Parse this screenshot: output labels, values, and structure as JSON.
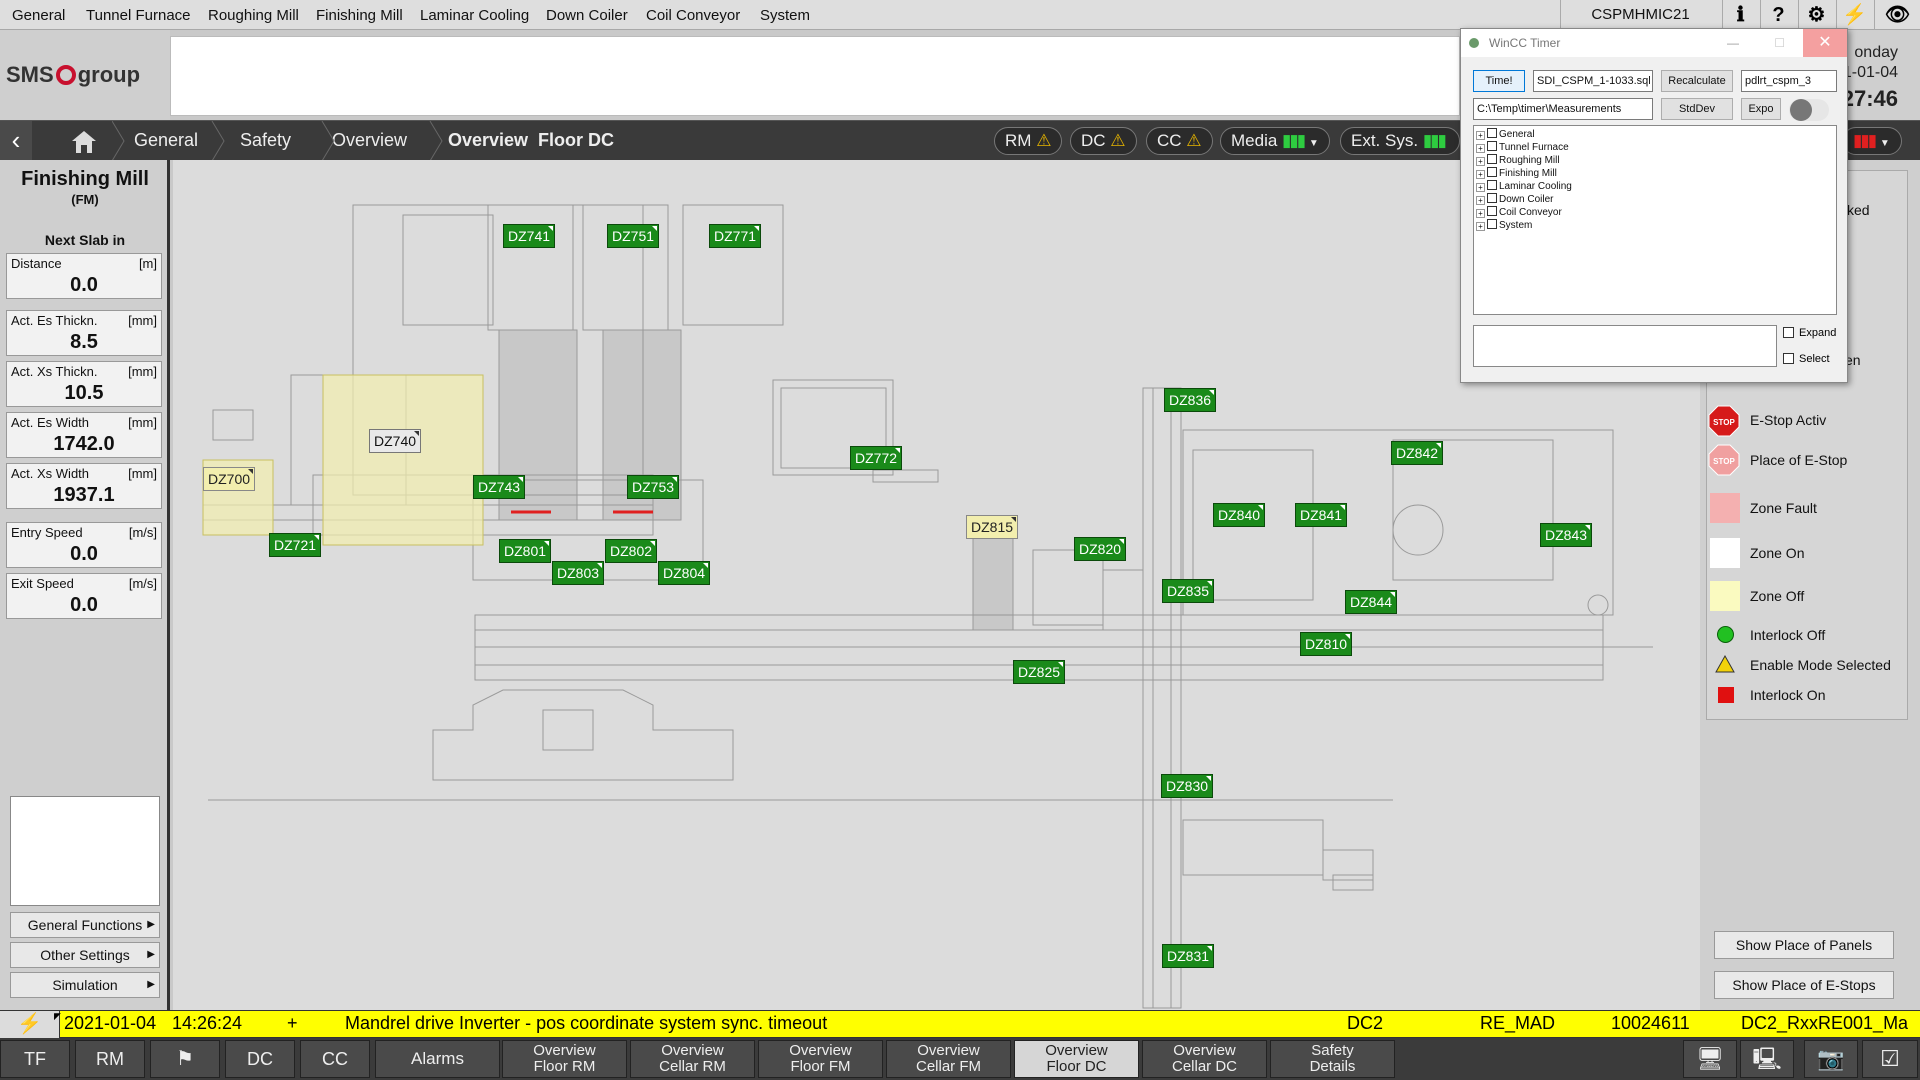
{
  "menu": [
    "General",
    "Tunnel Furnace",
    "Roughing Mill",
    "Finishing Mill",
    "Laminar Cooling",
    "Down Coiler",
    "Coil Conveyor",
    "System"
  ],
  "station": "CSPMHMIC21",
  "brand": {
    "name_left": "SMS",
    "name_right": "group"
  },
  "date": {
    "weekday_partial": "onday",
    "date_partial": "1-01-04",
    "time_partial": "27:46"
  },
  "nav": {
    "crumbs": [
      "General",
      "Safety",
      "Overview",
      "Overview  Floor DC"
    ]
  },
  "status_pills": [
    {
      "label": "RM",
      "icon": "warning-icon"
    },
    {
      "label": "DC",
      "icon": "warning-icon"
    },
    {
      "label": "CC",
      "icon": "warning-icon"
    },
    {
      "label": "Media",
      "icon": "level-bars-icon"
    },
    {
      "label": "Ext. Sys.",
      "icon": "level-bars-icon"
    }
  ],
  "left": {
    "title": "Finishing Mill",
    "subtitle": "(FM)",
    "next_slab": "Next Slab in",
    "values": [
      {
        "label": "Distance",
        "unit": "[m]",
        "value": "0.0"
      },
      {
        "label": "Act. Es Thickn.",
        "unit": "[mm]",
        "value": "8.5"
      },
      {
        "label": "Act. Xs Thickn.",
        "unit": "[mm]",
        "value": "10.5"
      },
      {
        "label": "Act. Es Width",
        "unit": "[mm]",
        "value": "1742.0"
      },
      {
        "label": "Act. Xs Width",
        "unit": "[mm]",
        "value": "1937.1"
      },
      {
        "label": "Entry Speed",
        "unit": "[m/s]",
        "value": "0.0"
      },
      {
        "label": "Exit Speed",
        "unit": "[m/s]",
        "value": "0.0"
      }
    ],
    "buttons": [
      "General Functions",
      "Other Settings",
      "Simulation"
    ]
  },
  "zones": [
    {
      "id": "DZ741",
      "state": "on"
    },
    {
      "id": "DZ751",
      "state": "on"
    },
    {
      "id": "DZ771",
      "state": "on"
    },
    {
      "id": "DZ740",
      "state": "selected"
    },
    {
      "id": "DZ700",
      "state": "off"
    },
    {
      "id": "DZ721",
      "state": "on"
    },
    {
      "id": "DZ743",
      "state": "on"
    },
    {
      "id": "DZ753",
      "state": "on"
    },
    {
      "id": "DZ801",
      "state": "on"
    },
    {
      "id": "DZ802",
      "state": "on"
    },
    {
      "id": "DZ803",
      "state": "on"
    },
    {
      "id": "DZ804",
      "state": "on"
    },
    {
      "id": "DZ772",
      "state": "on"
    },
    {
      "id": "DZ815",
      "state": "off"
    },
    {
      "id": "DZ820",
      "state": "on"
    },
    {
      "id": "DZ825",
      "state": "on"
    },
    {
      "id": "DZ836",
      "state": "on"
    },
    {
      "id": "DZ835",
      "state": "on"
    },
    {
      "id": "DZ840",
      "state": "on"
    },
    {
      "id": "DZ841",
      "state": "on"
    },
    {
      "id": "DZ842",
      "state": "on"
    },
    {
      "id": "DZ843",
      "state": "on"
    },
    {
      "id": "DZ844",
      "state": "on"
    },
    {
      "id": "DZ810",
      "state": "on"
    },
    {
      "id": "DZ830",
      "state": "on"
    },
    {
      "id": "DZ831",
      "state": "on"
    }
  ],
  "legend_partial": {
    "text_1": "cked",
    "text_2": "en"
  },
  "legend": [
    {
      "label": "E-Stop Activ",
      "symbol": "estop-active-icon",
      "symbol_text": "STOP"
    },
    {
      "label": "Place of E-Stop",
      "symbol": "estop-place-icon",
      "symbol_text": "STOP"
    },
    {
      "label": "Zone Fault",
      "symbol": "zone-fault-swatch"
    },
    {
      "label": "Zone On",
      "symbol": "zone-on-swatch"
    },
    {
      "label": "Zone Off",
      "symbol": "zone-off-swatch"
    },
    {
      "label": "Interlock Off",
      "symbol": "interlock-off-icon"
    },
    {
      "label": "Enable Mode Selected",
      "symbol": "enable-mode-icon"
    },
    {
      "label": "Interlock On",
      "symbol": "interlock-on-icon"
    }
  ],
  "right_buttons": [
    "Show Place of Panels",
    "Show Place of E-Stops"
  ],
  "alarm": {
    "date": "2021-01-04",
    "time": "14:26:24",
    "sign": "+",
    "text": "Mandrel drive Inverter - pos coordinate system sync. timeout",
    "area": "DC2",
    "code": "RE_MAD",
    "number": "10024611",
    "tag": "DC2_RxxRE001_Ma"
  },
  "bottom": [
    {
      "label": "TF"
    },
    {
      "label": "RM"
    },
    {
      "label": "",
      "icon": "flag-icon"
    },
    {
      "label": "DC"
    },
    {
      "label": "CC"
    },
    {
      "label": "Alarms"
    },
    {
      "label": "Overview\nFloor RM"
    },
    {
      "label": "Overview\nCellar RM"
    },
    {
      "label": "Overview\nFloor FM"
    },
    {
      "label": "Overview\nCellar FM"
    },
    {
      "label": "Overview\nFloor DC"
    },
    {
      "label": "Overview\nCellar DC"
    },
    {
      "label": "Safety\nDetails"
    }
  ],
  "wincc": {
    "title": "WinCC Timer",
    "time_btn": "Time!",
    "sql_field": "SDI_CSPM_1-1033.sql",
    "recalc_btn": "Recalculate",
    "db_field": "pdlrt_cspm_3",
    "path_field": "C:\\Temp\\timer\\Measurements",
    "stddev_btn": "StdDev",
    "expo_btn": "Expo",
    "tree": [
      "General",
      "Tunnel Furnace",
      "Roughing Mill",
      "Finishing Mill",
      "Laminar Cooling",
      "Down Coiler",
      "Coil Conveyor",
      "System"
    ],
    "expand": "Expand",
    "select": "Select"
  },
  "colors": {
    "zone_on": "#1a8a1a",
    "zone_off": "#f2eeae",
    "alarm_bar": "#ffff00",
    "nav_bg": "#3a3a3a"
  }
}
